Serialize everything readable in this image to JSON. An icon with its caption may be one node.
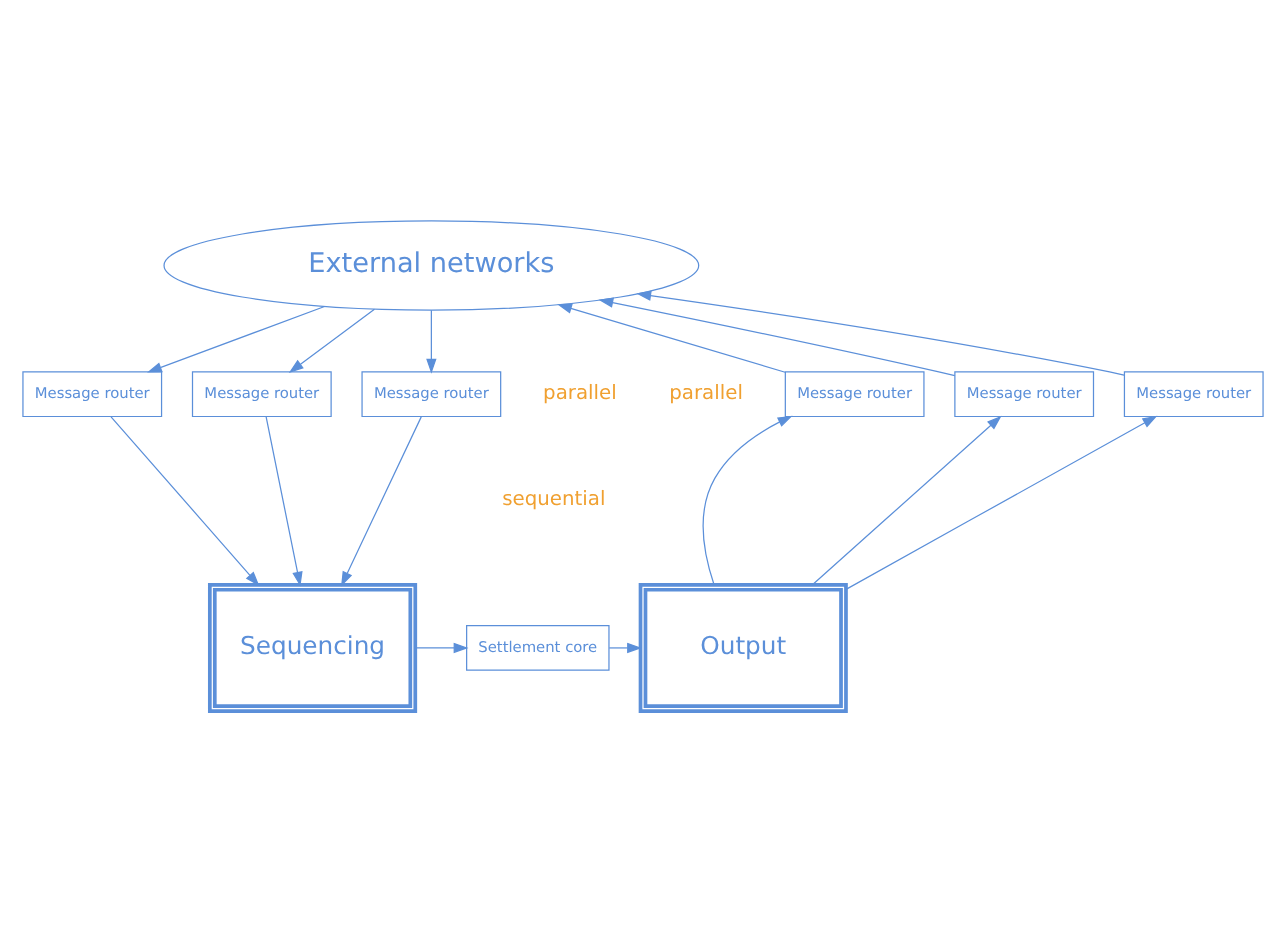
{
  "diagram": {
    "nodes": [
      {
        "text": [
          "External networks"
        ]
      },
      {
        "text": [
          "Message router"
        ]
      },
      {
        "text": [
          "Message router"
        ]
      },
      {
        "text": [
          "Message router"
        ]
      },
      {
        "text": [
          "Message router"
        ]
      },
      {
        "text": [
          "Message router"
        ]
      },
      {
        "text": [
          "Message router"
        ]
      },
      {
        "text": [
          "Sequencing"
        ]
      },
      {
        "text": [
          "Settlement core"
        ]
      },
      {
        "text": [
          "Output"
        ]
      }
    ],
    "edges": [
      {
        "from": 0,
        "to": 1,
        "arrow": "to"
      },
      {
        "from": 0,
        "to": 2,
        "arrow": "to"
      },
      {
        "from": 0,
        "to": 3,
        "arrow": "to"
      },
      {
        "from": 1,
        "to": 7,
        "arrow": "to"
      },
      {
        "from": 2,
        "to": 7,
        "arrow": "to"
      },
      {
        "from": 3,
        "to": 7,
        "arrow": "to"
      },
      {
        "from": 7,
        "to": 8,
        "arrow": "to"
      },
      {
        "from": 8,
        "to": 9,
        "arrow": "to"
      },
      {
        "from": 9,
        "to": 4,
        "arrow": "to"
      },
      {
        "from": 9,
        "to": 5,
        "arrow": "to"
      },
      {
        "from": 9,
        "to": 6,
        "arrow": "to"
      },
      {
        "from": 4,
        "to": 0,
        "arrow": "to"
      },
      {
        "from": 5,
        "to": 0,
        "arrow": "to"
      },
      {
        "from": 6,
        "to": 0,
        "arrow": "to"
      }
    ],
    "labels": [
      "parallel",
      "sequential",
      "parallel"
    ]
  }
}
